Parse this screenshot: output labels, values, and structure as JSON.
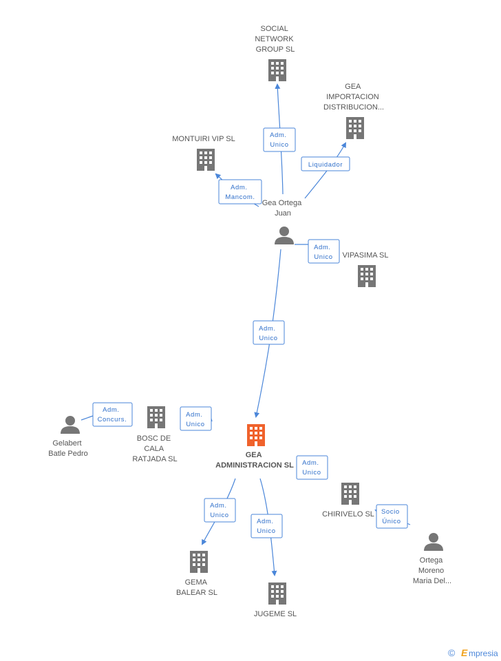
{
  "nodes": {
    "social_network": {
      "type": "company",
      "lines": [
        "SOCIAL",
        "NETWORK",
        "GROUP SL"
      ]
    },
    "gea_importacion": {
      "type": "company",
      "lines": [
        "GEA",
        "IMPORTACION",
        "DISTRIBUCION..."
      ]
    },
    "montuiri": {
      "type": "company",
      "lines": [
        "MONTUIRI VIP SL"
      ]
    },
    "gea_ortega_juan": {
      "type": "person",
      "lines": [
        "Gea Ortega",
        "Juan"
      ]
    },
    "vipasima": {
      "type": "company",
      "lines": [
        "VIPASIMA  SL"
      ]
    },
    "gea_administracion": {
      "type": "company",
      "highlight": true,
      "lines": [
        "GEA",
        "ADMINISTRACION SL"
      ]
    },
    "bosc_de_cala": {
      "type": "company",
      "lines": [
        "BOSC DE",
        "CALA",
        "RATJADA SL"
      ]
    },
    "gelabert": {
      "type": "person",
      "lines": [
        "Gelabert",
        "Batle Pedro"
      ]
    },
    "chirivelo": {
      "type": "company",
      "lines": [
        "CHIRIVELO SL"
      ]
    },
    "ortega_moreno": {
      "type": "person",
      "lines": [
        "Ortega",
        "Moreno",
        "Maria Del..."
      ]
    },
    "gema_balear": {
      "type": "company",
      "lines": [
        "GEMA",
        "BALEAR SL"
      ]
    },
    "jugeme": {
      "type": "company",
      "lines": [
        "JUGEME SL"
      ]
    }
  },
  "relations": {
    "juan_social": [
      "Adm.",
      "Unico"
    ],
    "juan_importacion": [
      "Liquidador"
    ],
    "juan_montuiri": [
      "Adm.",
      "Mancom."
    ],
    "juan_vipasima": [
      "Adm.",
      "Unico"
    ],
    "juan_gea_admin": [
      "Adm.",
      "Unico"
    ],
    "gelabert_bosc": [
      "Adm.",
      "Concurs."
    ],
    "bosc_gea_admin": [
      "Adm.",
      "Unico"
    ],
    "gea_admin_chirivelo": [
      "Adm.",
      "Unico"
    ],
    "ortega_chirivelo": [
      "Socio",
      "Único"
    ],
    "gea_admin_gema": [
      "Adm.",
      "Unico"
    ],
    "gea_admin_jugeme": [
      "Adm.",
      "Unico"
    ]
  },
  "colors": {
    "edge": "#4a86d9",
    "company_icon": "#767676",
    "highlight_icon": "#f0622c",
    "person_icon": "#767676"
  },
  "watermark": {
    "copyright": "©",
    "brand_initial": "E",
    "brand_rest": "mpresia"
  }
}
